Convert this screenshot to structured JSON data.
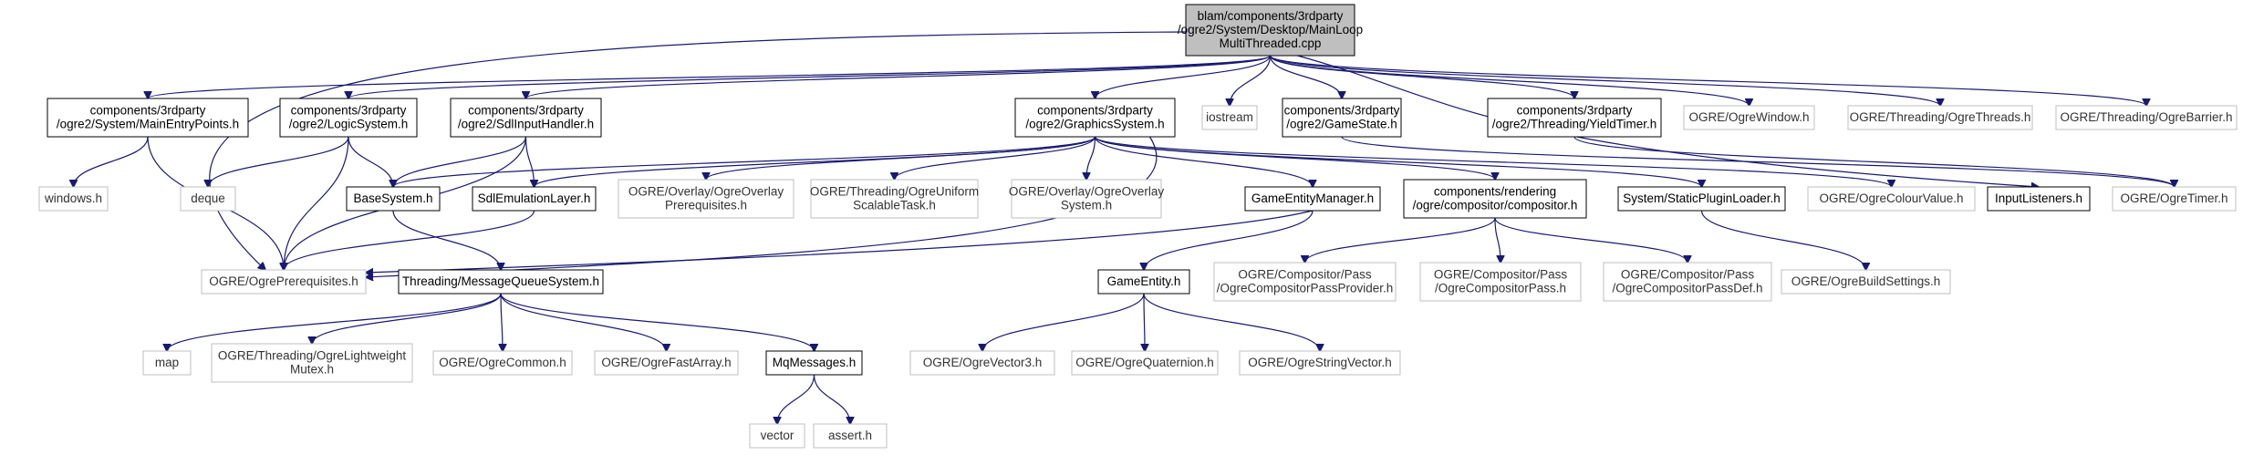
{
  "diagram": {
    "colors": {
      "edge": "#191970",
      "root_fill": "#bfbfbf",
      "documented_border": "#000000",
      "external_border": "#bfbfbf"
    },
    "nodes": [
      {
        "id": "root",
        "kind": "root",
        "lines": [
          "blam/components/3rdparty",
          "/ogre2/System/Desktop/MainLoop",
          "MultiThreaded.cpp"
        ]
      },
      {
        "id": "main_entry",
        "kind": "file",
        "lines": [
          "components/3rdparty",
          "/ogre2/System/MainEntryPoints.h"
        ]
      },
      {
        "id": "logic_system",
        "kind": "file",
        "lines": [
          "components/3rdparty",
          "/ogre2/LogicSystem.h"
        ]
      },
      {
        "id": "sdl_input",
        "kind": "file",
        "lines": [
          "components/3rdparty",
          "/ogre2/SdlInputHandler.h"
        ]
      },
      {
        "id": "graphics_system",
        "kind": "file",
        "lines": [
          "components/3rdparty",
          "/ogre2/GraphicsSystem.h"
        ]
      },
      {
        "id": "iostream",
        "kind": "ext",
        "lines": [
          "iostream"
        ]
      },
      {
        "id": "game_state",
        "kind": "file",
        "lines": [
          "components/3rdparty",
          "/ogre2/GameState.h"
        ]
      },
      {
        "id": "yield_timer",
        "kind": "file",
        "lines": [
          "components/3rdparty",
          "/ogre2/Threading/YieldTimer.h"
        ]
      },
      {
        "id": "ogre_window",
        "kind": "ext",
        "lines": [
          "OGRE/OgreWindow.h"
        ]
      },
      {
        "id": "ogre_threads",
        "kind": "ext",
        "lines": [
          "OGRE/Threading/OgreThreads.h"
        ]
      },
      {
        "id": "ogre_barrier",
        "kind": "ext",
        "lines": [
          "OGRE/Threading/OgreBarrier.h"
        ]
      },
      {
        "id": "windows_h",
        "kind": "ext",
        "lines": [
          "windows.h"
        ]
      },
      {
        "id": "deque",
        "kind": "ext",
        "lines": [
          "deque"
        ]
      },
      {
        "id": "base_system",
        "kind": "file",
        "lines": [
          "BaseSystem.h"
        ]
      },
      {
        "id": "sdl_emulation",
        "kind": "file",
        "lines": [
          "SdlEmulationLayer.h"
        ]
      },
      {
        "id": "overlay_prereq",
        "kind": "ext",
        "lines": [
          "OGRE/Overlay/OgreOverlay",
          "Prerequisites.h"
        ]
      },
      {
        "id": "uniform_task",
        "kind": "ext",
        "lines": [
          "OGRE/Threading/OgreUniform",
          "ScalableTask.h"
        ]
      },
      {
        "id": "overlay_system",
        "kind": "ext",
        "lines": [
          "OGRE/Overlay/OgreOverlay",
          "System.h"
        ]
      },
      {
        "id": "game_entity_manager",
        "kind": "file",
        "lines": [
          "GameEntityManager.h"
        ]
      },
      {
        "id": "compositor",
        "kind": "file",
        "lines": [
          "components/rendering",
          "/ogre/compositor/compositor.h"
        ]
      },
      {
        "id": "static_plugin",
        "kind": "file",
        "lines": [
          "System/StaticPluginLoader.h"
        ]
      },
      {
        "id": "colour_value",
        "kind": "ext",
        "lines": [
          "OGRE/OgreColourValue.h"
        ]
      },
      {
        "id": "input_listeners",
        "kind": "file",
        "lines": [
          "InputListeners.h"
        ]
      },
      {
        "id": "ogre_timer",
        "kind": "ext",
        "lines": [
          "OGRE/OgreTimer.h"
        ]
      },
      {
        "id": "ogre_prereq",
        "kind": "ext",
        "lines": [
          "OGRE/OgrePrerequisites.h"
        ]
      },
      {
        "id": "mq_system",
        "kind": "file",
        "lines": [
          "Threading/MessageQueueSystem.h"
        ]
      },
      {
        "id": "game_entity",
        "kind": "file",
        "lines": [
          "GameEntity.h"
        ]
      },
      {
        "id": "pass_provider",
        "kind": "ext",
        "lines": [
          "OGRE/Compositor/Pass",
          "/OgreCompositorPassProvider.h"
        ]
      },
      {
        "id": "compositor_pass",
        "kind": "ext",
        "lines": [
          "OGRE/Compositor/Pass",
          "/OgreCompositorPass.h"
        ]
      },
      {
        "id": "pass_def",
        "kind": "ext",
        "lines": [
          "OGRE/Compositor/Pass",
          "/OgreCompositorPassDef.h"
        ]
      },
      {
        "id": "build_settings",
        "kind": "ext",
        "lines": [
          "OGRE/OgreBuildSettings.h"
        ]
      },
      {
        "id": "map",
        "kind": "ext",
        "lines": [
          "map"
        ]
      },
      {
        "id": "lightweight_mutex",
        "kind": "ext",
        "lines": [
          "OGRE/Threading/OgreLightweight",
          "Mutex.h"
        ]
      },
      {
        "id": "ogre_common",
        "kind": "ext",
        "lines": [
          "OGRE/OgreCommon.h"
        ]
      },
      {
        "id": "fast_array",
        "kind": "ext",
        "lines": [
          "OGRE/OgreFastArray.h"
        ]
      },
      {
        "id": "mq_messages",
        "kind": "file",
        "lines": [
          "MqMessages.h"
        ]
      },
      {
        "id": "vector3",
        "kind": "ext",
        "lines": [
          "OGRE/OgreVector3.h"
        ]
      },
      {
        "id": "quaternion",
        "kind": "ext",
        "lines": [
          "OGRE/OgreQuaternion.h"
        ]
      },
      {
        "id": "string_vector",
        "kind": "ext",
        "lines": [
          "OGRE/OgreStringVector.h"
        ]
      },
      {
        "id": "vector",
        "kind": "ext",
        "lines": [
          "vector"
        ]
      },
      {
        "id": "assert_h",
        "kind": "ext",
        "lines": [
          "assert.h"
        ]
      }
    ],
    "edges": [
      [
        "root",
        "main_entry"
      ],
      [
        "root",
        "logic_system"
      ],
      [
        "root",
        "sdl_input"
      ],
      [
        "root",
        "graphics_system"
      ],
      [
        "root",
        "iostream"
      ],
      [
        "root",
        "game_state"
      ],
      [
        "root",
        "yield_timer"
      ],
      [
        "root",
        "ogre_window"
      ],
      [
        "root",
        "ogre_threads"
      ],
      [
        "root",
        "ogre_barrier"
      ],
      [
        "root",
        "ogre_prereq"
      ],
      [
        "root",
        "input_listeners"
      ],
      [
        "main_entry",
        "windows_h"
      ],
      [
        "main_entry",
        "ogre_prereq"
      ],
      [
        "logic_system",
        "deque"
      ],
      [
        "logic_system",
        "base_system"
      ],
      [
        "logic_system",
        "ogre_prereq"
      ],
      [
        "sdl_input",
        "base_system"
      ],
      [
        "sdl_input",
        "sdl_emulation"
      ],
      [
        "sdl_input",
        "ogre_prereq"
      ],
      [
        "graphics_system",
        "base_system"
      ],
      [
        "graphics_system",
        "sdl_emulation"
      ],
      [
        "graphics_system",
        "overlay_prereq"
      ],
      [
        "graphics_system",
        "uniform_task"
      ],
      [
        "graphics_system",
        "overlay_system"
      ],
      [
        "graphics_system",
        "game_entity_manager"
      ],
      [
        "graphics_system",
        "compositor"
      ],
      [
        "graphics_system",
        "static_plugin"
      ],
      [
        "graphics_system",
        "colour_value"
      ],
      [
        "graphics_system",
        "ogre_prereq"
      ],
      [
        "game_state",
        "ogre_timer"
      ],
      [
        "yield_timer",
        "ogre_timer"
      ],
      [
        "sdl_emulation",
        "ogre_prereq"
      ],
      [
        "base_system",
        "mq_system"
      ],
      [
        "game_entity_manager",
        "game_entity"
      ],
      [
        "game_entity_manager",
        "ogre_prereq"
      ],
      [
        "compositor",
        "pass_provider"
      ],
      [
        "compositor",
        "compositor_pass"
      ],
      [
        "compositor",
        "pass_def"
      ],
      [
        "static_plugin",
        "build_settings"
      ],
      [
        "mq_system",
        "map"
      ],
      [
        "mq_system",
        "lightweight_mutex"
      ],
      [
        "mq_system",
        "ogre_common"
      ],
      [
        "mq_system",
        "fast_array"
      ],
      [
        "mq_system",
        "mq_messages"
      ],
      [
        "game_entity",
        "vector3"
      ],
      [
        "game_entity",
        "quaternion"
      ],
      [
        "game_entity",
        "string_vector"
      ],
      [
        "mq_messages",
        "vector"
      ],
      [
        "mq_messages",
        "assert_h"
      ]
    ]
  }
}
